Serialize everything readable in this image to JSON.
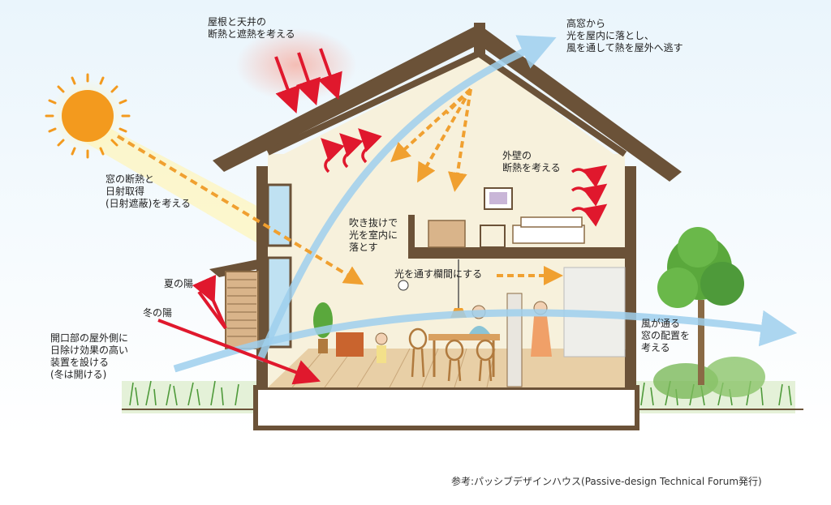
{
  "labels": {
    "roof": [
      "屋根と天井の",
      "断熱と遮熱を考える"
    ],
    "high_window": [
      "高窓から",
      "光を屋内に落とし、",
      "風を通して熱を屋外へ逃す"
    ],
    "window_insulation": [
      "窓の断熱と",
      "日射取得",
      "(日射遮蔽)を考える"
    ],
    "wall": [
      "外壁の",
      "断熱を考える"
    ],
    "atrium": [
      "吹き抜けで",
      "光を室内に",
      "落とす"
    ],
    "transom": "光を通す欄間にする",
    "summer_sun": "夏の陽",
    "winter_sun": "冬の陽",
    "shading": [
      "開口部の屋外側に",
      "日除け効果の高い",
      "装置を設ける",
      "(冬は開ける)"
    ],
    "wind_window": [
      "風が通る",
      "窓の配置を",
      "考える"
    ]
  },
  "credit": "参考:パッシブデザインハウス(Passive-design Technical Forum発行)",
  "colors": {
    "sun": "#f39a1e",
    "heat_arrow": "#e0182d",
    "light_arrow": "#f0a030",
    "wind": "#9fd0ee",
    "wall": "#6b5238",
    "wall_inner": "#f7f1dc",
    "floor": "#e8cfa6",
    "grass": "#4e9a3a",
    "tree": "#5aa83c"
  }
}
